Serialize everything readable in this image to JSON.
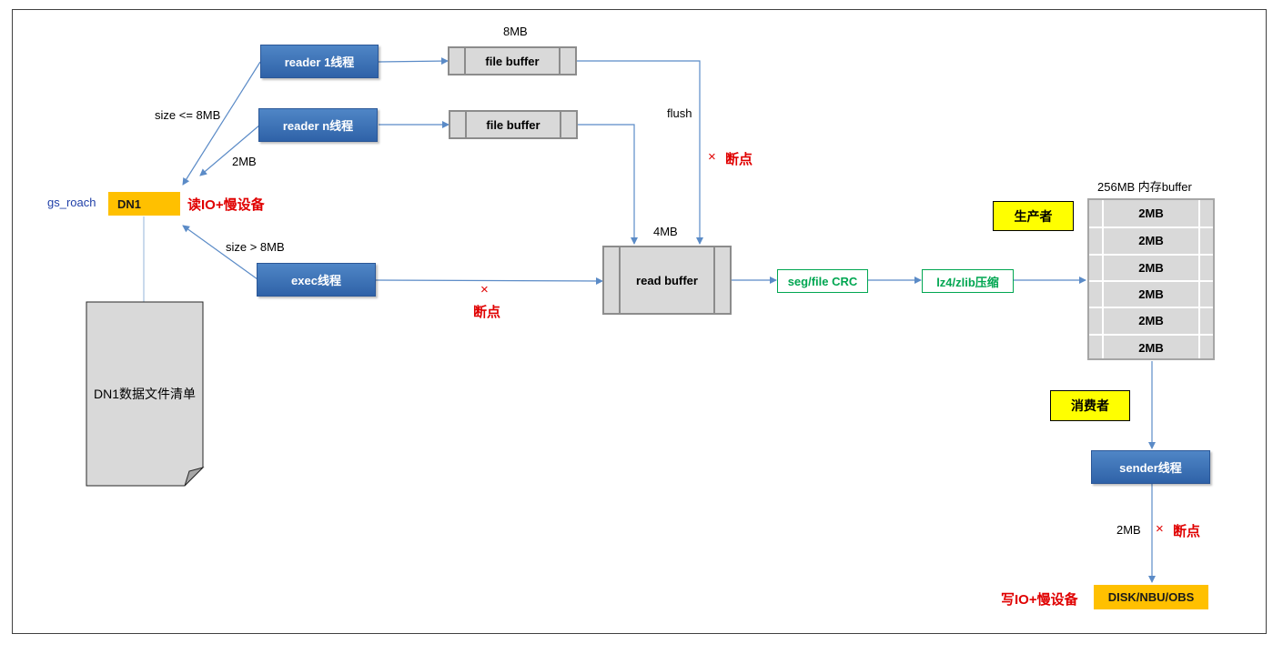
{
  "labels": {
    "gs_roach": "gs_roach",
    "dn1": "DN1",
    "read_io": "读IO+慢设备",
    "size_le": "size <= 8MB",
    "two_mb_left": "2MB",
    "size_gt": "size > 8MB",
    "dn1_file_list": "DN1数据文件清单",
    "reader1": "reader 1线程",
    "readern": "reader n线程",
    "exec": "exec线程",
    "eight_mb": "8MB",
    "file_buffer_1": "file buffer",
    "file_buffer_2": "file buffer",
    "flush": "flush",
    "breakpoint_1": "断点",
    "breakpoint_2": "断点",
    "breakpoint_3": "断点",
    "cross": "×",
    "four_mb": "4MB",
    "read_buffer": "read buffer",
    "seg_crc": "seg/file CRC",
    "compress": "lz4/zlib压缩",
    "mem_buffer": "256MB 内存buffer",
    "producer": "生产者",
    "consumer": "消费者",
    "sender": "sender线程",
    "two_mb_bottom": "2MB",
    "write_io": "写IO+慢设备",
    "disk": "DISK/NBU/OBS"
  },
  "buffer_rows": [
    "2MB",
    "2MB",
    "2MB",
    "2MB",
    "2MB",
    "2MB"
  ],
  "colors": {
    "thread_blue": "#2f62a8",
    "dn_orange": "#ffc000",
    "role_yellow": "#ffff00",
    "crc_green": "#00a651",
    "alert_red": "#e00000",
    "arrow_blue": "#5b8bc7"
  }
}
